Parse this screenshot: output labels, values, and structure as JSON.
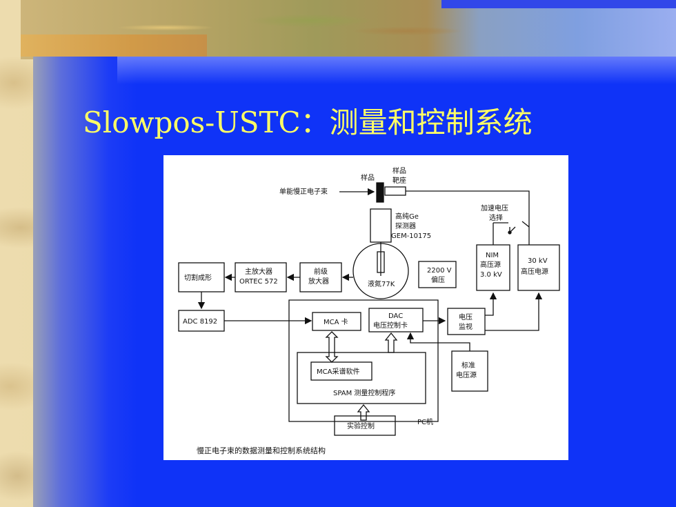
{
  "slide": {
    "title": "Slowpos-USTC：测量和控制系统"
  },
  "diagram": {
    "caption": "慢正电子束的数据测量和控制系统结构",
    "beam_label": "单能慢正电子束",
    "sample_label": "样品",
    "sample_holder_label_1": "样品",
    "sample_holder_label_2": "靶座",
    "accel_select_1": "加速电压",
    "accel_select_2": "选择",
    "detector_1": "高纯Ge",
    "detector_2": "探测器",
    "detector_3": "GEM-10175",
    "ln2": "液氮77K",
    "bias_1": "2200 V",
    "bias_2": "偏压",
    "nim_1": "NIM",
    "nim_2": "高压源",
    "nim_3": "3.0 kV",
    "hv_1": "30 kV",
    "hv_2": "高压电源",
    "shaper": "切割成形",
    "main_amp_1": "主放大器",
    "main_amp_2": "ORTEC 572",
    "preamp_1": "前级",
    "preamp_2": "放大器",
    "adc": "ADC 8192",
    "mca_card": "MCA 卡",
    "dac_1": "DAC",
    "dac_2": "电压控制卡",
    "monitor_1": "电压",
    "monitor_2": "监视",
    "std_1": "标准",
    "std_2": "电压源",
    "mca_software": "MCA采谱软件",
    "spam": "SPAM 测量控制程序",
    "exp_control": "实验控制",
    "pc": "PC机"
  }
}
